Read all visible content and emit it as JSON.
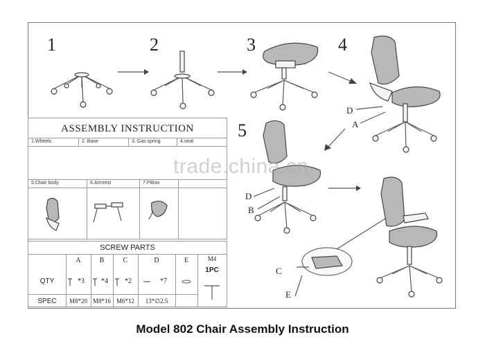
{
  "steps": [
    "1",
    "2",
    "3",
    "4",
    "5"
  ],
  "instruction_panel": {
    "title": "ASSEMBLY INSTRUCTION",
    "parts": [
      "1.Wheels",
      "2. Base",
      "3. Gas spring",
      "4.seat",
      "5.Chair body",
      "6.Armrest",
      "7.Pillow"
    ]
  },
  "screw_parts": {
    "title": "SCREW PARTS",
    "row_labels": [
      "QTY",
      "SPEC"
    ],
    "letters": [
      "A",
      "B",
      "C",
      "D",
      "E",
      "M4"
    ],
    "qty": [
      "*3",
      "*4",
      "*2",
      "*7",
      "",
      "1PC"
    ],
    "spec": [
      "M8*20",
      "M8*16",
      "M6*12",
      "13*∅2.5",
      "",
      ""
    ]
  },
  "callouts": {
    "step4_d": "D",
    "step4_a": "A",
    "step5_d": "D",
    "step5_b": "B",
    "final_c": "C",
    "final_e": "E"
  },
  "watermark": "trade.china.cn",
  "caption": "Model 802 Chair Assembly Instruction"
}
